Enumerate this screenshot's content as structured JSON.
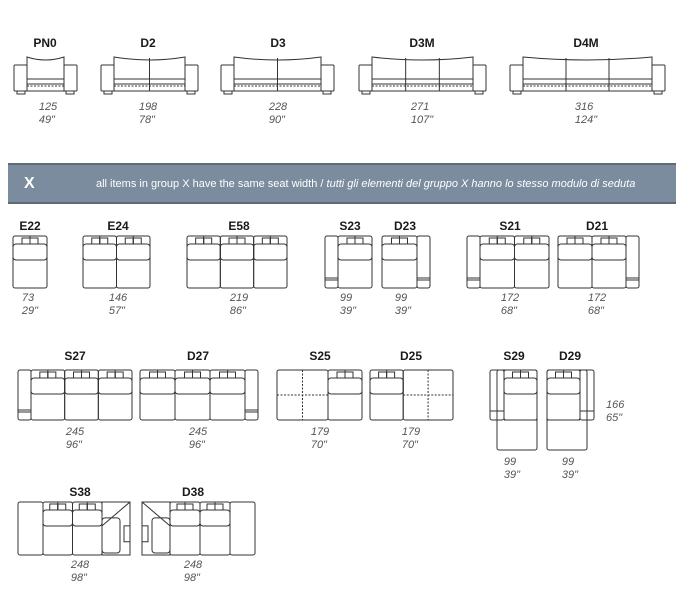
{
  "top_row": [
    {
      "code": "PN0",
      "cm": "125",
      "in": "49\""
    },
    {
      "code": "D2",
      "cm": "198",
      "in": "78\""
    },
    {
      "code": "D3",
      "cm": "228",
      "in": "90\""
    },
    {
      "code": "D3M",
      "cm": "271",
      "in": "107\""
    },
    {
      "code": "D4M",
      "cm": "316",
      "in": "124\""
    }
  ],
  "group_band": {
    "letter": "X",
    "text_en": "all items in group X have the same seat width / ",
    "text_it": "tutti gli elementi del gruppo X hanno lo stesso modulo di seduta",
    "color": "#7a8c9e"
  },
  "row2": [
    {
      "code": "E22",
      "cm": "73",
      "in": "29\""
    },
    {
      "code": "E24",
      "cm": "146",
      "in": "57\""
    },
    {
      "code": "E58",
      "cm": "219",
      "in": "86\""
    },
    {
      "code": "S23",
      "cm": "99",
      "in": "39\""
    },
    {
      "code": "D23",
      "cm": "99",
      "in": "39\""
    },
    {
      "code": "S21",
      "cm": "172",
      "in": "68\""
    },
    {
      "code": "D21",
      "cm": "172",
      "in": "68\""
    }
  ],
  "row3": [
    {
      "code": "S27",
      "cm": "245",
      "in": "96\""
    },
    {
      "code": "D27",
      "cm": "245",
      "in": "96\""
    },
    {
      "code": "S25",
      "cm": "179",
      "in": "70\""
    },
    {
      "code": "D25",
      "cm": "179",
      "in": "70\""
    },
    {
      "code": "S29",
      "cm": "99",
      "in": "39\""
    },
    {
      "code": "D29",
      "cm": "99",
      "in": "39\""
    }
  ],
  "chaise_depth": {
    "cm": "166",
    "in": "65\""
  },
  "row4": [
    {
      "code": "S38",
      "cm": "248",
      "in": "98\""
    },
    {
      "code": "D38",
      "cm": "248",
      "in": "98\""
    }
  ]
}
